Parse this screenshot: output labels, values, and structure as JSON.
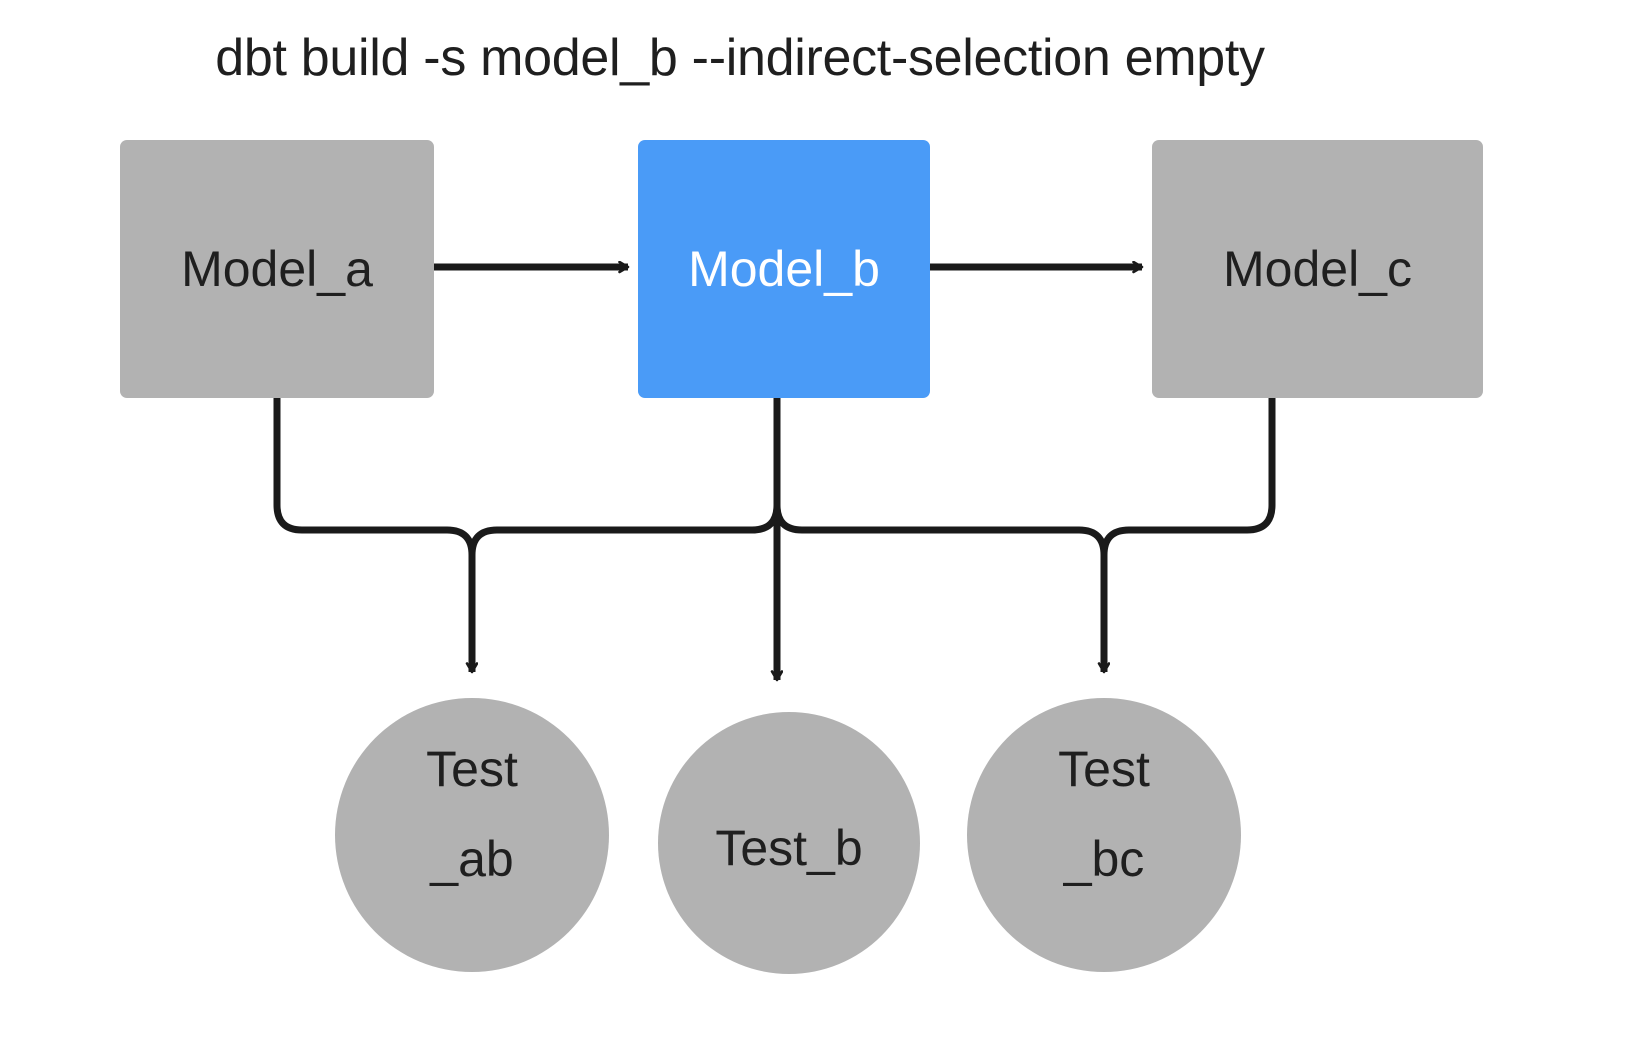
{
  "title": "dbt build -s model_b --indirect-selection empty",
  "colors": {
    "background": "#ffffff",
    "node_gray": "#b2b2b2",
    "node_selected_blue": "#4a9bf7",
    "edge_black": "#1a1a1a",
    "text_dark": "#1f1f1f",
    "text_light": "#ffffff"
  },
  "models": [
    {
      "id": "model_a",
      "label": "Model_a",
      "shape": "rectangle",
      "state": "unselected",
      "fill": "#b2b2b2",
      "text_color": "#1f1f1f"
    },
    {
      "id": "model_b",
      "label": "Model_b",
      "shape": "rectangle",
      "state": "selected",
      "fill": "#4a9bf7",
      "text_color": "#ffffff"
    },
    {
      "id": "model_c",
      "label": "Model_c",
      "shape": "rectangle",
      "state": "unselected",
      "fill": "#b2b2b2",
      "text_color": "#1f1f1f"
    }
  ],
  "tests": [
    {
      "id": "test_ab",
      "label_line1": "Test",
      "label_line2": "_ab",
      "shape": "circle",
      "state": "unselected",
      "fill": "#b2b2b2",
      "text_color": "#1f1f1f"
    },
    {
      "id": "test_b",
      "label_line1": "Test_b",
      "label_line2": "",
      "shape": "circle",
      "state": "unselected",
      "fill": "#b2b2b2",
      "text_color": "#1f1f1f"
    },
    {
      "id": "test_bc",
      "label_line1": "Test",
      "label_line2": "_bc",
      "shape": "circle",
      "state": "unselected",
      "fill": "#b2b2b2",
      "text_color": "#1f1f1f"
    }
  ],
  "edges": [
    {
      "id": "edge-model_a-model_b",
      "from": "model_a",
      "to": "model_b",
      "style": "straight-horizontal-arrow"
    },
    {
      "id": "edge-model_b-model_c",
      "from": "model_b",
      "to": "model_c",
      "style": "straight-horizontal-arrow"
    },
    {
      "id": "edge-model_a-test_ab",
      "from": "model_a",
      "to": "test_ab",
      "style": "elbow-down-right-arrow"
    },
    {
      "id": "edge-model_b-test_ab",
      "from": "model_b",
      "to": "test_ab",
      "style": "elbow-down-left-arrow"
    },
    {
      "id": "edge-model_b-test_b",
      "from": "model_b",
      "to": "test_b",
      "style": "straight-vertical-arrow"
    },
    {
      "id": "edge-model_b-test_bc",
      "from": "model_b",
      "to": "test_bc",
      "style": "elbow-down-right-arrow"
    },
    {
      "id": "edge-model_c-test_bc",
      "from": "model_c",
      "to": "test_bc",
      "style": "elbow-down-left-arrow"
    }
  ]
}
